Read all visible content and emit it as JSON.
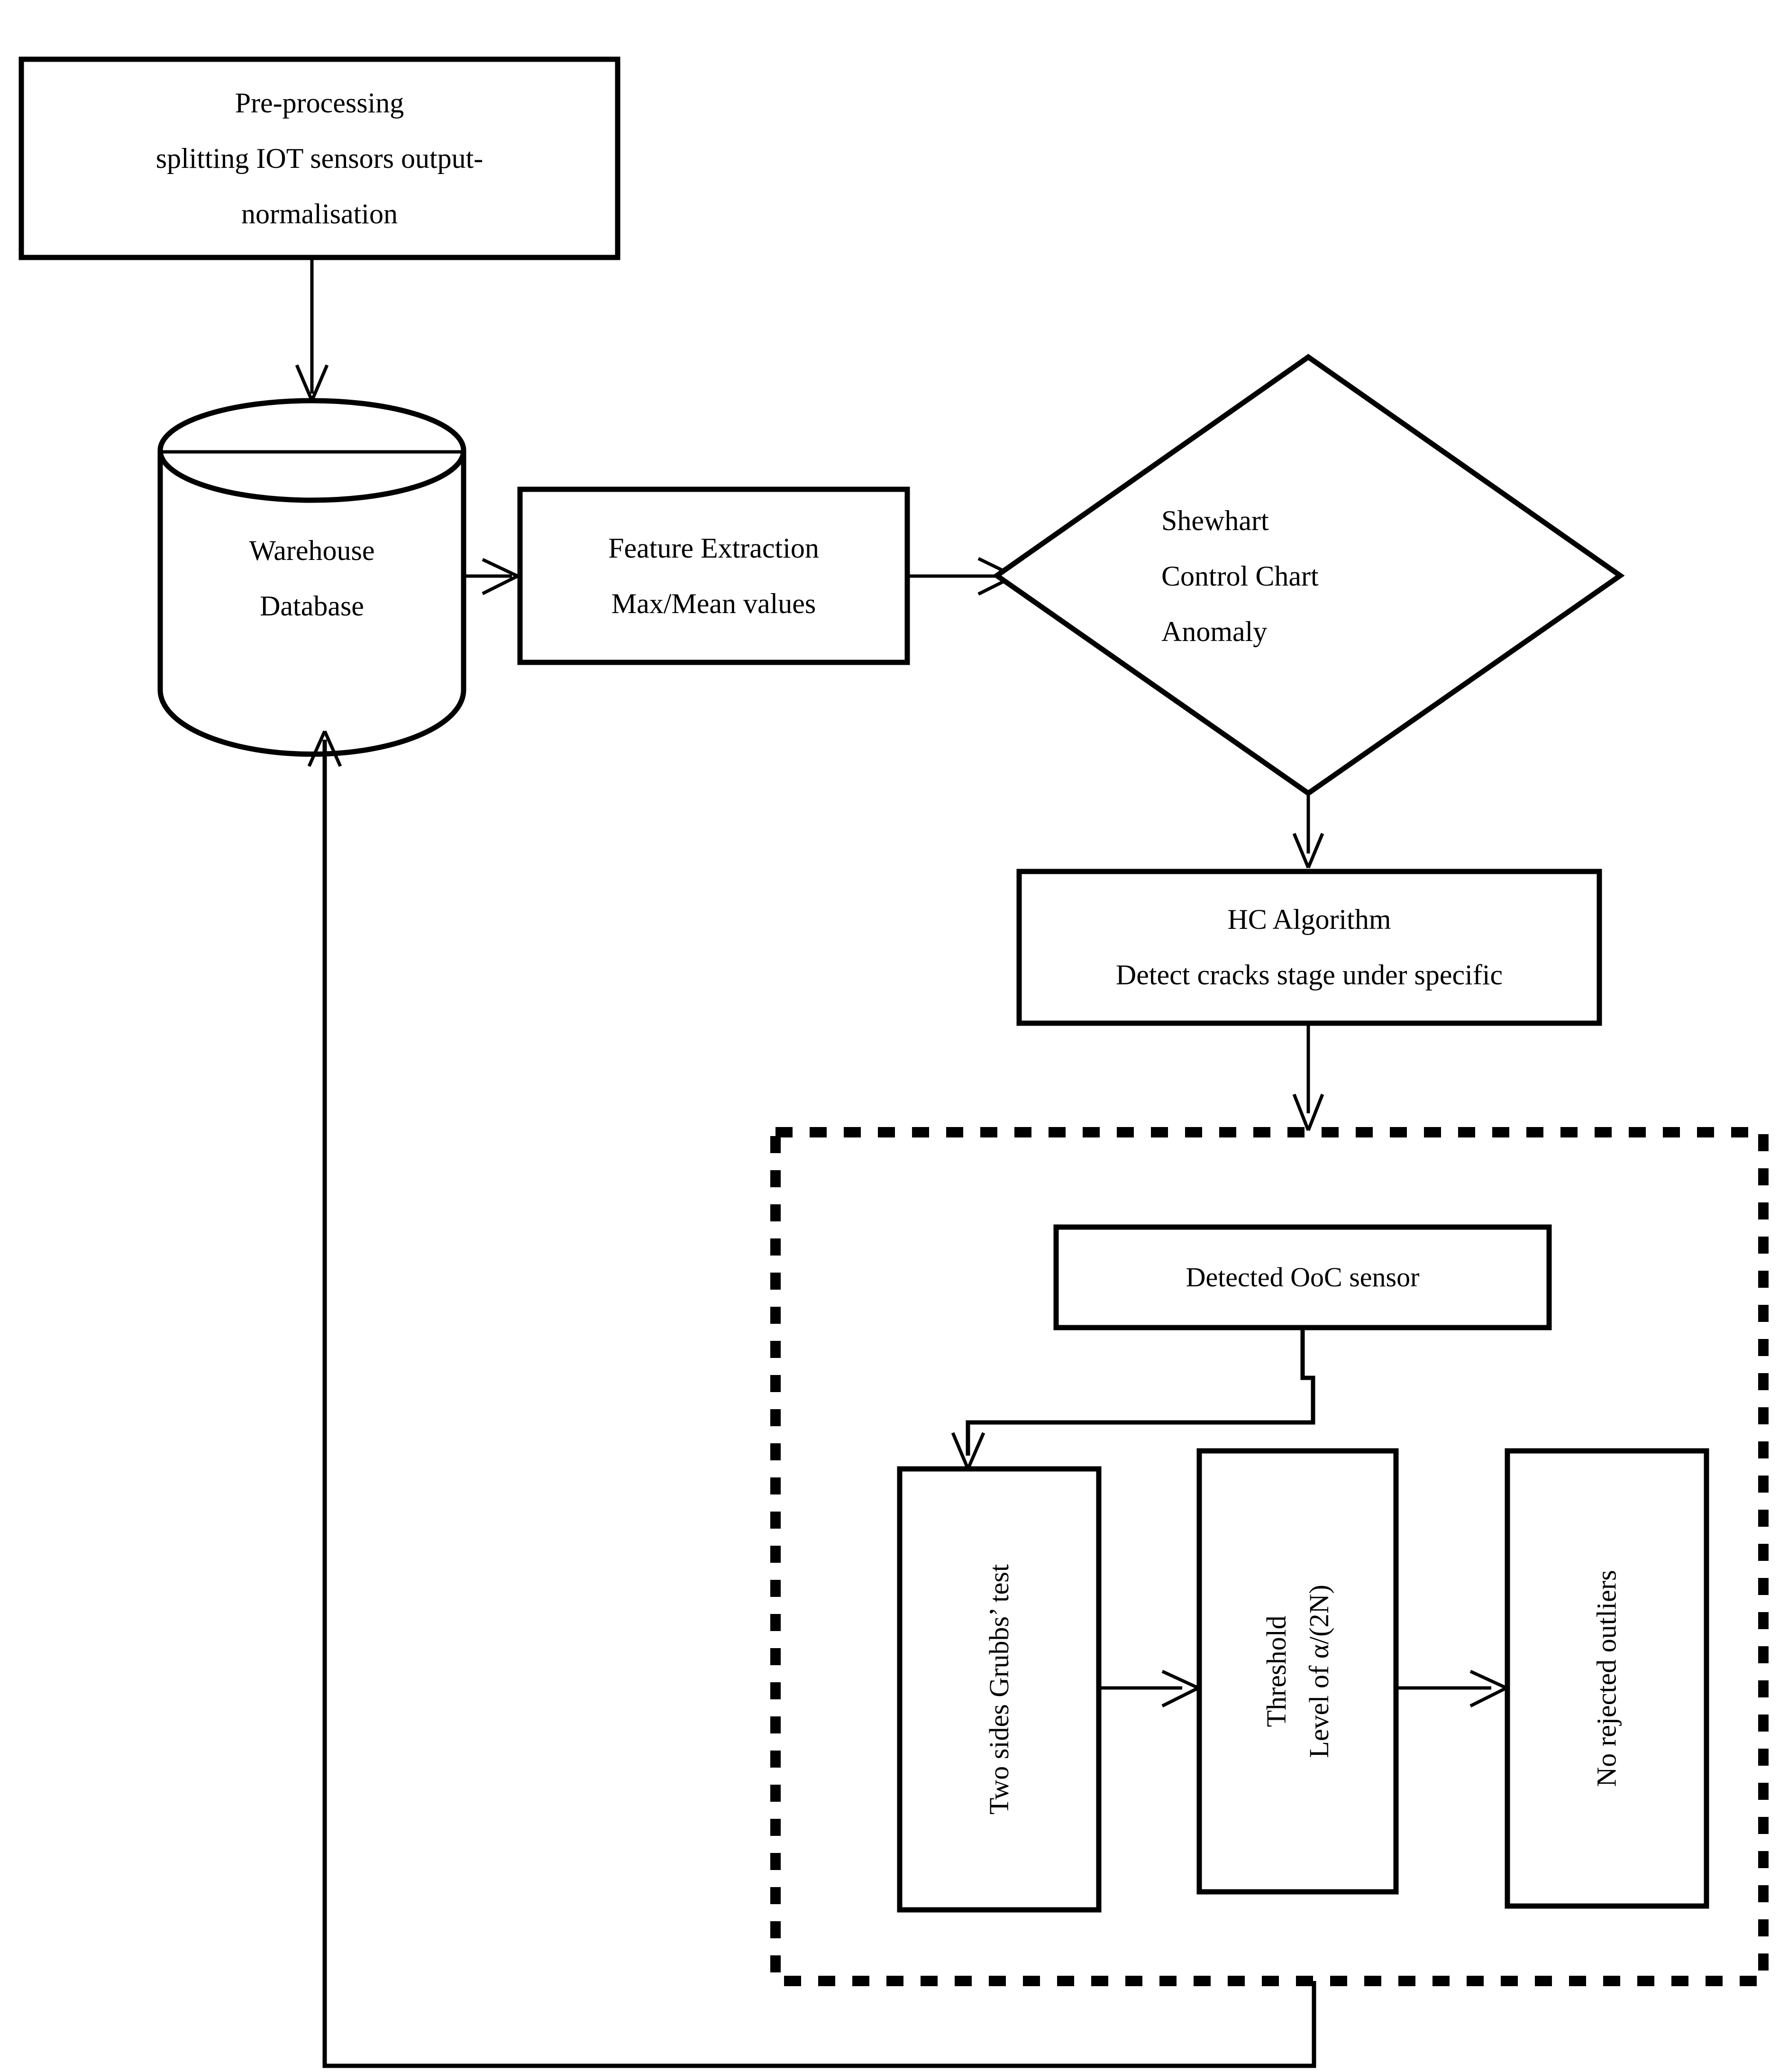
{
  "diagram": {
    "title": "IoT crack-detection processing flowchart",
    "stroke_color": "#000000",
    "fill_color": "#ffffff",
    "nodes": {
      "preprocessing": {
        "shape": "rectangle",
        "lines": [
          "Pre-processing",
          "splitting IOT sensors output-",
          "normalisation"
        ]
      },
      "warehouse": {
        "shape": "cylinder",
        "lines": [
          "Warehouse",
          "Database"
        ]
      },
      "feature_extraction": {
        "shape": "rectangle",
        "lines": [
          "Feature Extraction",
          "Max/Mean values"
        ]
      },
      "shewhart": {
        "shape": "diamond",
        "lines": [
          "Shewhart",
          "Control Chart",
          "Anomaly"
        ]
      },
      "hc_algorithm": {
        "shape": "rectangle",
        "lines": [
          "HC Algorithm",
          "Detect cracks stage under specific"
        ]
      },
      "detected_ooc": {
        "shape": "rectangle",
        "lines": [
          "Detected OoC sensor"
        ]
      },
      "grubbs_test": {
        "shape": "rectangle-vertical-text",
        "lines": [
          "Two sides Grubbs’ test"
        ]
      },
      "threshold": {
        "shape": "rectangle-vertical-text",
        "lines": [
          "Threshold",
          "Level of α/(2N)"
        ]
      },
      "no_rejected_outliers": {
        "shape": "rectangle-vertical-text",
        "lines": [
          "No rejected outliers"
        ]
      }
    },
    "group": {
      "outlier_group": {
        "shape": "dashed-rectangle",
        "label": ""
      }
    },
    "edges": [
      {
        "from": "preprocessing",
        "to": "warehouse",
        "style": "arrow-down"
      },
      {
        "from": "warehouse",
        "to": "feature_extraction",
        "style": "arrow-right"
      },
      {
        "from": "feature_extraction",
        "to": "shewhart",
        "style": "arrow-right"
      },
      {
        "from": "shewhart",
        "to": "hc_algorithm",
        "style": "arrow-down"
      },
      {
        "from": "hc_algorithm",
        "to": "outlier_group",
        "style": "arrow-down"
      },
      {
        "from": "detected_ooc",
        "to": "grubbs_test",
        "style": "elbow-arrow-down"
      },
      {
        "from": "grubbs_test",
        "to": "threshold",
        "style": "arrow-right"
      },
      {
        "from": "threshold",
        "to": "no_rejected_outliers",
        "style": "arrow-right"
      },
      {
        "from": "outlier_group",
        "to": "warehouse",
        "style": "feedback-elbow-arrow-up"
      }
    ]
  }
}
